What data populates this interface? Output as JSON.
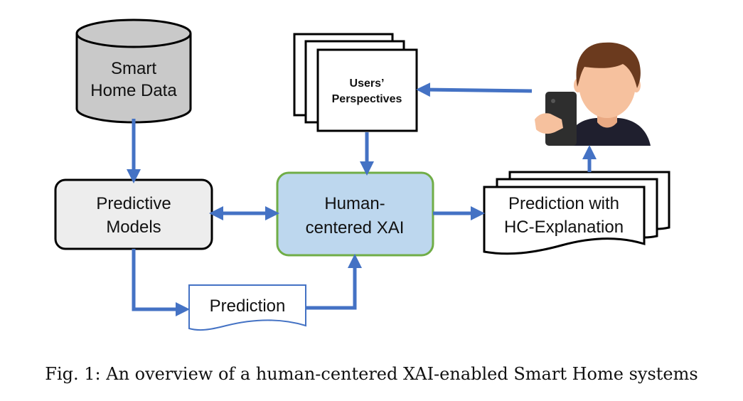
{
  "colors": {
    "arrow": "#4472C4",
    "cylinder_fill": "#C9C9C9",
    "models_fill": "#EDEDED",
    "xai_fill": "#BDD7EE",
    "xai_border": "#70AD47",
    "prediction_border": "#4472C4",
    "skin": "#F6C19E",
    "hair": "#6B3A1E",
    "shirt": "#1F1F2E",
    "phone": "#2E2E2E"
  },
  "nodes": {
    "smart_home_data": {
      "line1": "Smart",
      "line2": "Home Data"
    },
    "predictive_models": {
      "line1": "Predictive",
      "line2": "Models"
    },
    "human_centered_xai": {
      "line1": "Human-",
      "line2": "centered XAI"
    },
    "users_perspectives": {
      "line1": "Users’",
      "line2": "Perspectives"
    },
    "prediction": {
      "label": "Prediction"
    },
    "prediction_explanation": {
      "line1": "Prediction with",
      "line2": "HC-Explanation"
    }
  },
  "icons": {
    "user": "person-with-smartphone-icon"
  },
  "caption": "Fig. 1: An overview of a human-centered XAI-enabled Smart Home systems"
}
